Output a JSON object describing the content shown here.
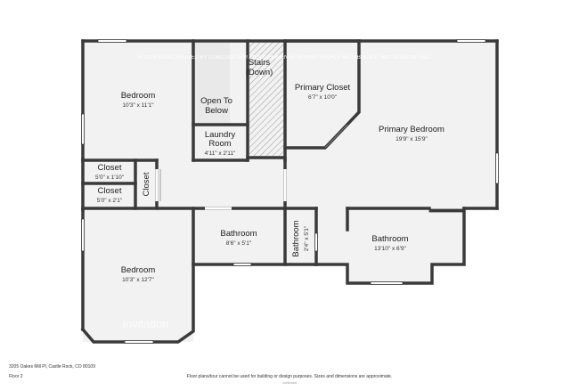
{
  "floor_plan": {
    "address": "3205 Oakes Mill Pl, Castle Rock, CO 80109",
    "floor": "Floor 2",
    "disclaimer": "Floor plans/tour cannot be used for building or design purposes. Sizes and dimensions are approximate.",
    "watermark_top": "FLOOR PLAN CREATED BY CUBICASA APP. MEASUREMENTS DEEMED HIGHLY RELIABLE BUT NOT GUARANTEED.",
    "watermark_logo": "invitation",
    "footer_logo": "cubicasa"
  },
  "rooms": {
    "bedroom_top": {
      "name": "Bedroom",
      "dims": "10'3\" x 11'1\""
    },
    "open_to_below": {
      "line1": "Open To",
      "line2": "Below"
    },
    "stairs": {
      "line1": "Stairs",
      "line2": "(Down)"
    },
    "laundry": {
      "line1": "Laundry",
      "line2": "Room",
      "dims": "4'11\" x 2'11\""
    },
    "primary_closet": {
      "name": "Primary Closet",
      "dims": "6'7\" x 10'0\""
    },
    "primary_bedroom": {
      "name": "Primary Bedroom",
      "dims": "19'9\" x 15'9\""
    },
    "closet_1": {
      "name": "Closet",
      "dims": "5'0\" x 1'10\""
    },
    "closet_2": {
      "name": "Closet",
      "dims": "5'0\" x 2'1\""
    },
    "closet_vertical": {
      "name": "Closet"
    },
    "bathroom_left": {
      "name": "Bathroom",
      "dims": "8'6\" x 5'1\""
    },
    "bathroom_small": {
      "name": "Bathroom",
      "dims": "2'4\" x 5'1\""
    },
    "bathroom_right": {
      "name": "Bathroom",
      "dims": "13'10\" x 6'9\""
    },
    "bedroom_bottom": {
      "name": "Bedroom",
      "dims": "10'3\" x 12'7\""
    }
  },
  "colors": {
    "wall": "#3a3a3a",
    "floor": "#f2f2f2",
    "window": "#ffffff",
    "stair_hatch": "#9a9a9a"
  }
}
